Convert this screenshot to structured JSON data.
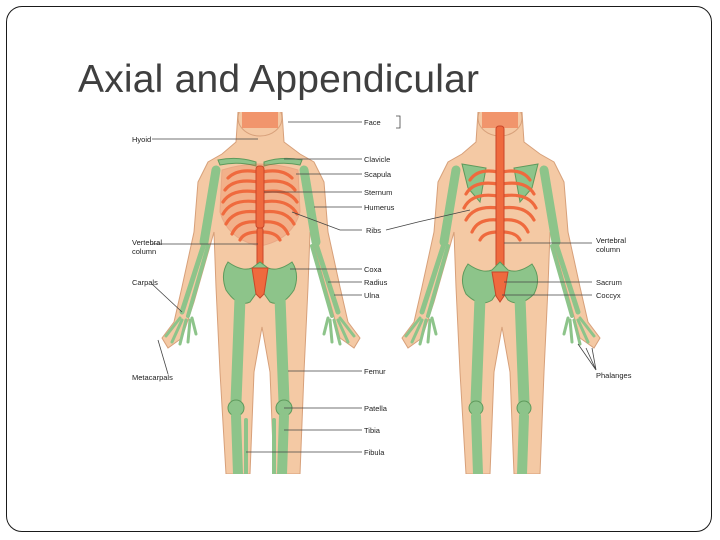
{
  "slide": {
    "title": "Axial and Appendicular"
  },
  "figure": {
    "labels": {
      "face": "Face",
      "hyoid": "Hyoid",
      "clavicle": "Clavicle",
      "scapula": "Scapula",
      "sternum": "Sternum",
      "humerus": "Humerus",
      "ribs": "Ribs",
      "vertebral_column_left": [
        "Vertebral",
        "column"
      ],
      "vertebral_column_right": [
        "Vertebral",
        "column"
      ],
      "coxa": "Coxa",
      "radius": "Radius",
      "ulna": "Ulna",
      "carpals": "Carpals",
      "sacrum": "Sacrum",
      "coccyx": "Coccyx",
      "metacarpals": "Metacarpals",
      "phalanges": "Phalanges",
      "femur": "Femur",
      "patella": "Patella",
      "tibia": "Tibia",
      "fibula": "Fibula"
    },
    "colors": {
      "axial": "#ef6a3e",
      "appendicular": "#8dc48a",
      "skin": "#f4c9a4"
    }
  }
}
